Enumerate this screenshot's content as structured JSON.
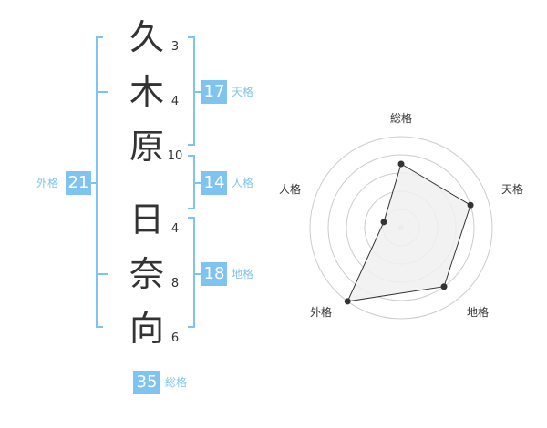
{
  "colors": {
    "accent": "#7fc4f0",
    "text": "#333333",
    "grid": "#cccccc",
    "fill": "#f0f0f0",
    "line": "#333333"
  },
  "characters": [
    {
      "char": "久",
      "strokes": "3"
    },
    {
      "char": "木",
      "strokes": "4"
    },
    {
      "char": "原",
      "strokes": "10"
    },
    {
      "char": "日",
      "strokes": "4"
    },
    {
      "char": "奈",
      "strokes": "8"
    },
    {
      "char": "向",
      "strokes": "6"
    }
  ],
  "fortunes": {
    "tenkaku": {
      "value": "17",
      "label": "天格"
    },
    "jinkaku": {
      "value": "14",
      "label": "人格"
    },
    "chikaku": {
      "value": "18",
      "label": "地格"
    },
    "gaikaku": {
      "value": "21",
      "label": "外格"
    },
    "soukaku": {
      "value": "35",
      "label": "総格"
    }
  },
  "radar": {
    "labels": {
      "top": "総格",
      "right": "天格",
      "bottom_right": "地格",
      "bottom_left": "外格",
      "left": "人格"
    },
    "levels": 5,
    "values": {
      "soukaku": 3.5,
      "tenkaku": 4.0,
      "chikaku": 4.0,
      "gaikaku": 5.0,
      "jinkaku": 1.0
    }
  }
}
